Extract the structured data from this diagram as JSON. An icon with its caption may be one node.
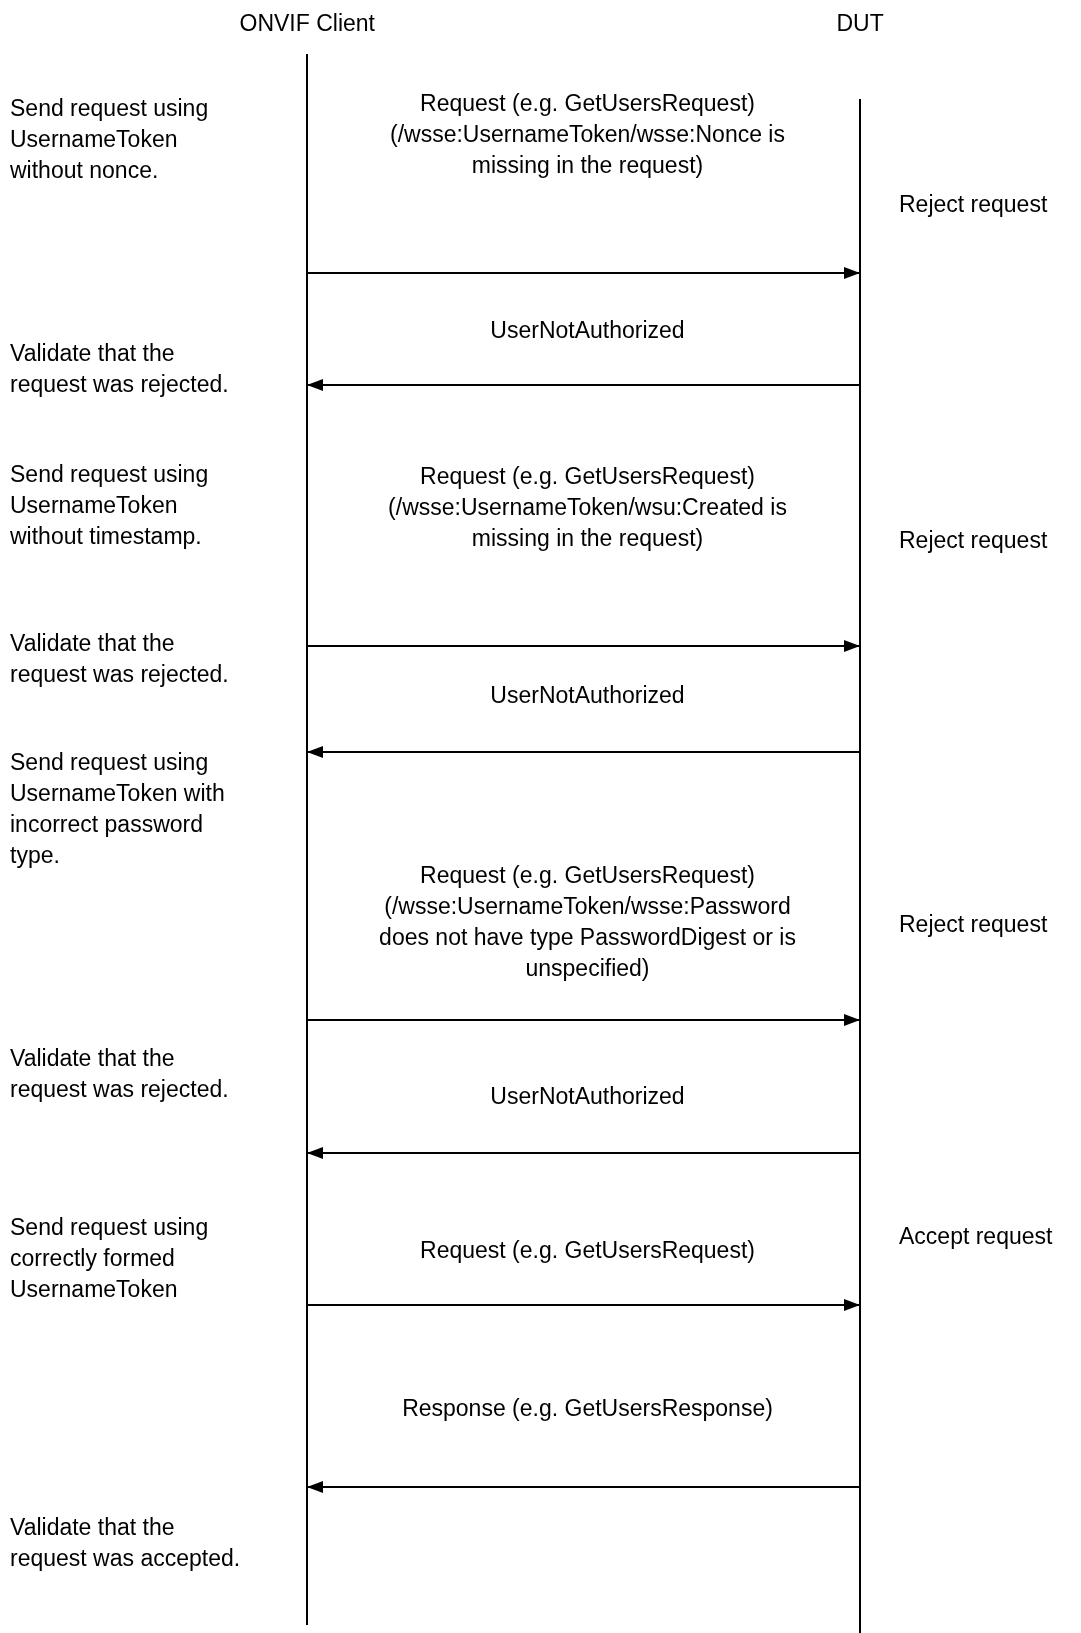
{
  "diagram": {
    "nodes": [
      {
        "text": [
          "ONVIF Client"
        ]
      },
      {
        "text": [
          "DUT"
        ]
      }
    ],
    "edges": [
      {
        "from": 0,
        "to": 1,
        "arrow": "to",
        "label": "Request (e.g. GetUsersRequest) (/wsse:UsernameToken/wsse:Nonce is missing in the request)"
      },
      {
        "from": 1,
        "to": 0,
        "arrow": "to",
        "label": "UserNotAuthorized"
      },
      {
        "from": 0,
        "to": 1,
        "arrow": "to",
        "label": "Request (e.g. GetUsersRequest) (/wsse:UsernameToken/wsu:Created is missing in the request)"
      },
      {
        "from": 1,
        "to": 0,
        "arrow": "to",
        "label": "UserNotAuthorized"
      },
      {
        "from": 0,
        "to": 1,
        "arrow": "to",
        "label": "Request (e.g. GetUsersRequest) (/wsse:UsernameToken/wsse:Password does not have type PasswordDigest or is unspecified)"
      },
      {
        "from": 1,
        "to": 0,
        "arrow": "to",
        "label": "UserNotAuthorized"
      },
      {
        "from": 0,
        "to": 1,
        "arrow": "to",
        "label": "Request (e.g. GetUsersRequest)"
      },
      {
        "from": 1,
        "to": 0,
        "arrow": "to",
        "label": "Response (e.g. GetUsersResponse)"
      }
    ],
    "labels": [
      "Send request using UsernameToken without nonce.",
      "Reject request",
      "Validate that the request was rejected.",
      "Send request using UsernameToken without timestamp.",
      "Reject request",
      "Validate that the request was rejected.",
      "Send request using UsernameToken with incorrect password type.",
      "Reject request",
      "Validate that the request was rejected.",
      "Send request using correctly formed UsernameToken",
      "Accept request",
      "Validate that the request was accepted."
    ]
  }
}
